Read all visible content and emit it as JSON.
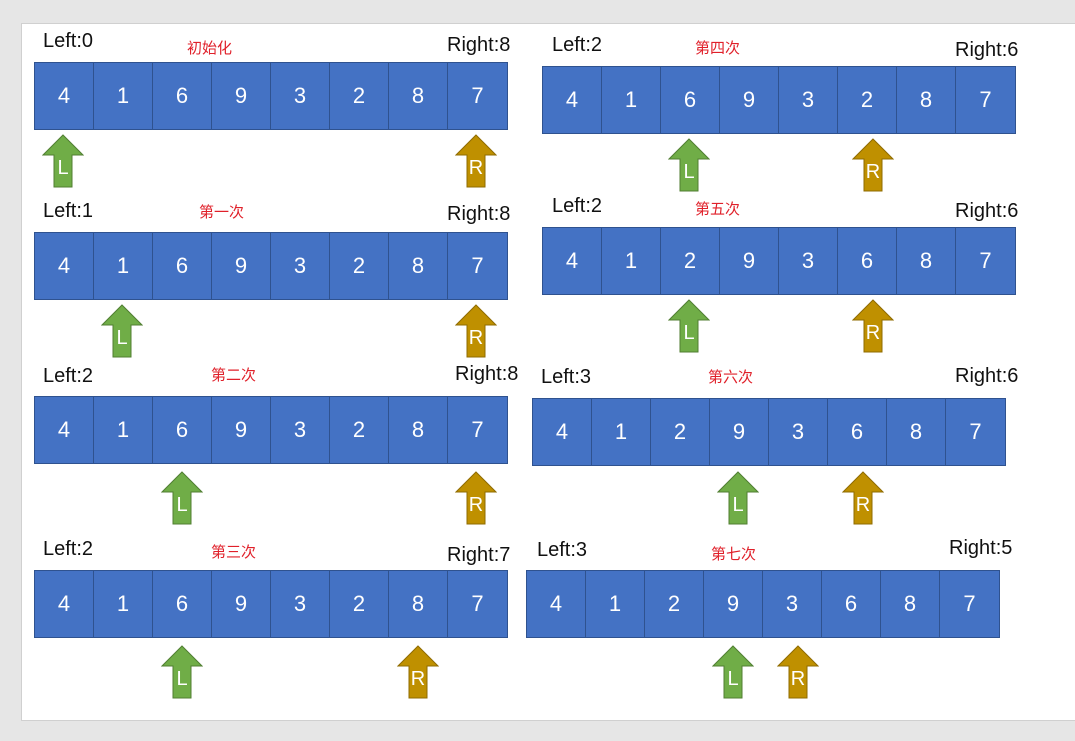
{
  "colors": {
    "cell_fill": "#4472c4",
    "cell_border": "#2f528f",
    "left_arrow": "#70ad47",
    "left_arrow_border": "#507e32",
    "right_arrow": "#bf9000",
    "right_arrow_border": "#8f6b00",
    "title": "#e0202a"
  },
  "steps": [
    {
      "title": "初始化",
      "left_label": "Left:0",
      "right_label": "Right:8",
      "values": [
        "4",
        "1",
        "6",
        "9",
        "3",
        "2",
        "8",
        "7"
      ],
      "left_index": 0,
      "right_index": 7,
      "left_letter": "L",
      "right_letter": "R"
    },
    {
      "title": "第一次",
      "left_label": "Left:1",
      "right_label": "Right:8",
      "values": [
        "4",
        "1",
        "6",
        "9",
        "3",
        "2",
        "8",
        "7"
      ],
      "left_index": 1,
      "right_index": 7,
      "left_letter": "L",
      "right_letter": "R"
    },
    {
      "title": "第二次",
      "left_label": "Left:2",
      "right_label": "Right:8",
      "values": [
        "4",
        "1",
        "6",
        "9",
        "3",
        "2",
        "8",
        "7"
      ],
      "left_index": 2,
      "right_index": 7,
      "left_letter": "L",
      "right_letter": "R"
    },
    {
      "title": "第三次",
      "left_label": "Left:2",
      "right_label": "Right:7",
      "values": [
        "4",
        "1",
        "6",
        "9",
        "3",
        "2",
        "8",
        "7"
      ],
      "left_index": 2,
      "right_index": 6,
      "left_letter": "L",
      "right_letter": "R"
    },
    {
      "title": "第四次",
      "left_label": "Left:2",
      "right_label": "Right:6",
      "values": [
        "4",
        "1",
        "6",
        "9",
        "3",
        "2",
        "8",
        "7"
      ],
      "left_index": 2,
      "right_index": 5,
      "left_letter": "L",
      "right_letter": "R"
    },
    {
      "title": "第五次",
      "left_label": "Left:2",
      "right_label": "Right:6",
      "values": [
        "4",
        "1",
        "2",
        "9",
        "3",
        "6",
        "8",
        "7"
      ],
      "left_index": 2,
      "right_index": 5,
      "left_letter": "L",
      "right_letter": "R"
    },
    {
      "title": "第六次",
      "left_label": "Left:3",
      "right_label": "Right:6",
      "values": [
        "4",
        "1",
        "2",
        "9",
        "3",
        "6",
        "8",
        "7"
      ],
      "left_index": 3,
      "right_index": 5,
      "left_letter": "L",
      "right_letter": "R"
    },
    {
      "title": "第七次",
      "left_label": "Left:3",
      "right_label": "Right:5",
      "values": [
        "4",
        "1",
        "2",
        "9",
        "3",
        "6",
        "8",
        "7"
      ],
      "left_index": 3,
      "right_index": 4,
      "left_letter": "L",
      "right_letter": "R"
    }
  ]
}
